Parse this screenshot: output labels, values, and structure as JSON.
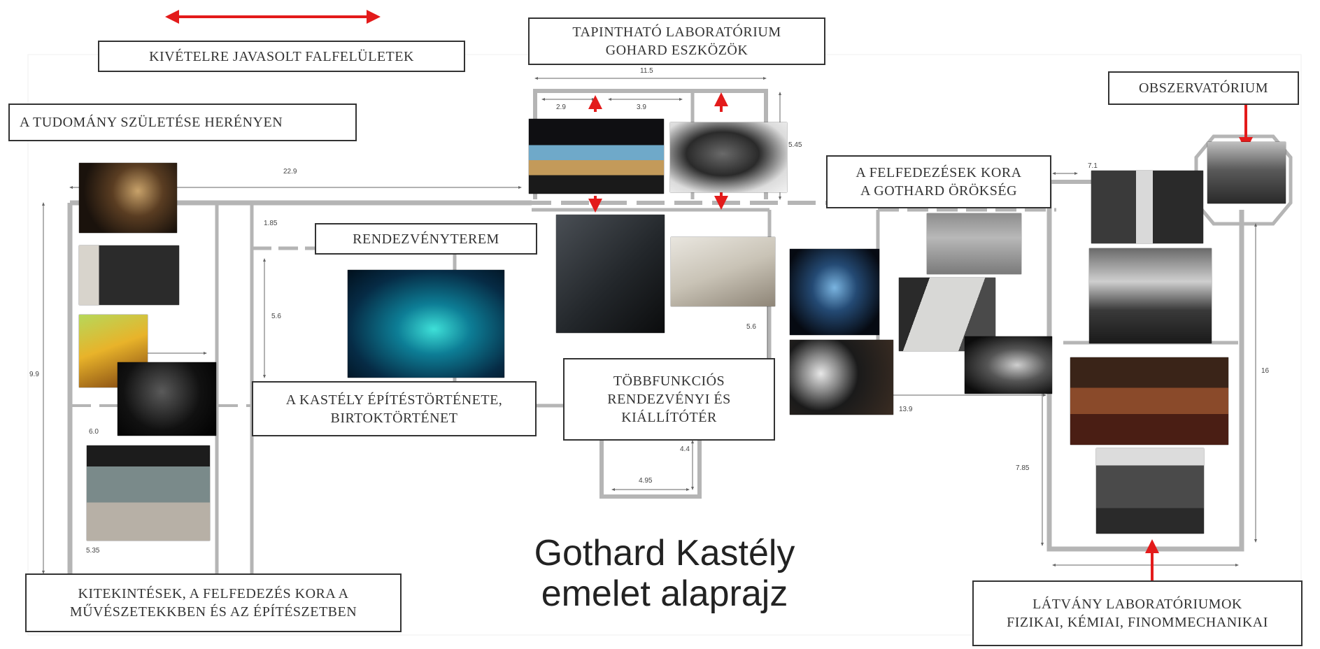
{
  "labels": {
    "kivetelre": "KIVÉTELRE JAVASOLT FALFELÜLETEK",
    "tudomany": "A TUDOMÁNY SZÜLETÉSE HERÉNYEN",
    "tapinthato_1": "TAPINTHATÓ LABORATÓRIUM",
    "tapinthato_2": "GOHARD ESZKÖZÖK",
    "obszervatorium": "OBSZERVATÓRIUM",
    "felfedezesek_1": "A FELFEDEZÉSEK KORA",
    "felfedezesek_2": "A GOTHARD ÖRÖKSÉG",
    "rendezvenyterem": "RENDEZVÉNYTEREM",
    "kastely_1": "A KASTÉLY ÉPÍTÉSTÖRTÉNETE,",
    "kastely_2": "BIRTOKTÖRTÉNET",
    "tobbfunkcios_1": "TÖBBFUNKCIÓS",
    "tobbfunkcios_2": "RENDEZVÉNYI ÉS",
    "tobbfunkcios_3": "KIÁLLÍTÓTÉR",
    "kitekintesek_1": "KITEKINTÉSEK, A FELFEDEZÉS KORA A",
    "kitekintesek_2": "MŰVÉSZETEKKBEN ÉS AZ ÉPÍTÉSZETBEN",
    "latvany_1": "LÁTVÁNY LABORATÓRIUMOK",
    "latvany_2": "FIZIKAI, KÉMIAI, FINOMMECHANIKAI"
  },
  "title": {
    "line1": "Gothard Kastély",
    "line2": "emelet alaprajz"
  },
  "measurements": {
    "m_22_9": "22.9",
    "m_9_9": "9.9",
    "m_11_5": "11.5",
    "m_2_9": "2.9",
    "m_3_9": "3.9",
    "m_5_45": "5.45",
    "m_1_85": "1.85",
    "m_5_6": "5.6",
    "m_6_0": "6.0",
    "m_5_35": "5.35",
    "m_5_6b": "5.6",
    "m_4_4": "4.4",
    "m_4_95": "4.95",
    "m_13_9": "13.9",
    "m_7_1": "7.1",
    "m_16": "16",
    "m_7_85": "7.85"
  },
  "colors": {
    "arrow": "#e31b1b",
    "wall": "#b5b5b5",
    "dim": "#555555"
  }
}
